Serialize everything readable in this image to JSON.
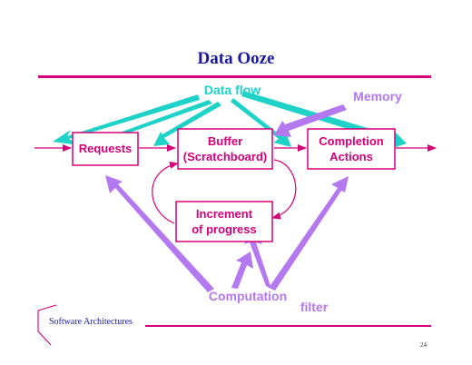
{
  "slide": {
    "title": "Data Ooze",
    "page_number": "24",
    "footer_label": "Software Architectures"
  },
  "diagram": {
    "labels": {
      "data_flow": "Data flow",
      "memory": "Memory",
      "computation": "Computation",
      "filter": "filter"
    },
    "boxes": {
      "requests": {
        "line1": "Requests"
      },
      "buffer": {
        "line1": "Buffer",
        "line2": "(Scratchboard)"
      },
      "completion": {
        "line1": "Completion",
        "line2": "Actions"
      },
      "increment": {
        "line1": "Increment",
        "line2": "of progress"
      }
    }
  },
  "colors": {
    "title": "#1a1aa0",
    "rule": "#d4007a",
    "box_border": "#d4007a",
    "box_text": "#d4007a",
    "data_flow": "#1ed2c8",
    "computation": "#b478f0",
    "flow_arrow": "#d4007a"
  }
}
